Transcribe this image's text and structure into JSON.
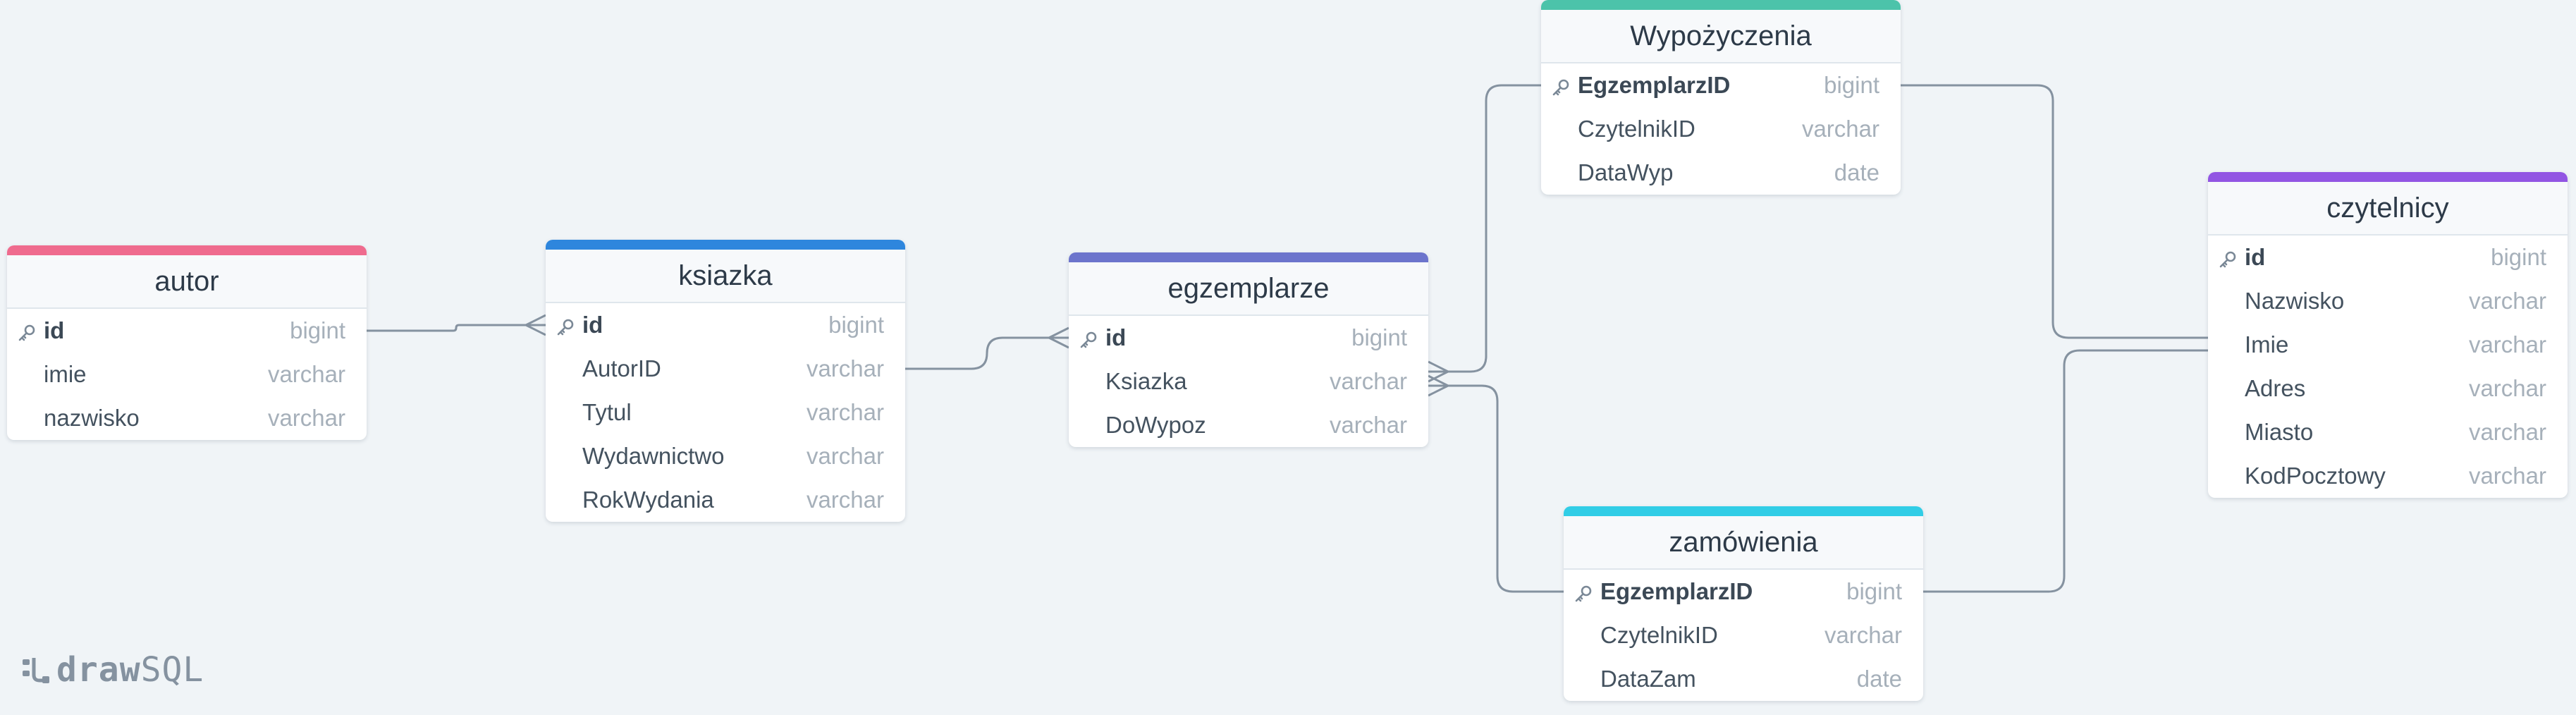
{
  "colors": {
    "background": "#f0f4f7",
    "connector": "#8592a0",
    "autor": "#ef6b8e",
    "ksiazka": "#2e86dd",
    "egzemplarze": "#6c74cc",
    "wypozyczenia": "#4cc3aa",
    "zamowienia": "#31cde6",
    "czytelnicy": "#9255e3"
  },
  "logo": {
    "bold": "draw",
    "light": "SQL"
  },
  "tables": [
    {
      "id": "autor",
      "name": "autor",
      "accent": "#ef6b8e",
      "columns": [
        {
          "name": "id",
          "type": "bigint",
          "pk": true
        },
        {
          "name": "imie",
          "type": "varchar",
          "pk": false
        },
        {
          "name": "nazwisko",
          "type": "varchar",
          "pk": false
        }
      ]
    },
    {
      "id": "ksiazka",
      "name": "ksiazka",
      "accent": "#2e86dd",
      "columns": [
        {
          "name": "id",
          "type": "bigint",
          "pk": true
        },
        {
          "name": "AutorID",
          "type": "varchar",
          "pk": false
        },
        {
          "name": "Tytul",
          "type": "varchar",
          "pk": false
        },
        {
          "name": "Wydawnictwo",
          "type": "varchar",
          "pk": false
        },
        {
          "name": "RokWydania",
          "type": "varchar",
          "pk": false
        }
      ]
    },
    {
      "id": "egzemplarze",
      "name": "egzemplarze",
      "accent": "#6c74cc",
      "columns": [
        {
          "name": "id",
          "type": "bigint",
          "pk": true
        },
        {
          "name": "Ksiazka",
          "type": "varchar",
          "pk": false
        },
        {
          "name": "DoWypoz",
          "type": "varchar",
          "pk": false
        }
      ]
    },
    {
      "id": "wypozyczenia",
      "name": "Wypożyczenia",
      "accent": "#4cc3aa",
      "columns": [
        {
          "name": "EgzemplarzID",
          "type": "bigint",
          "pk": true
        },
        {
          "name": "CzytelnikID",
          "type": "varchar",
          "pk": false
        },
        {
          "name": "DataWyp",
          "type": "date",
          "pk": false
        }
      ]
    },
    {
      "id": "zamowienia",
      "name": "zamówienia",
      "accent": "#31cde6",
      "columns": [
        {
          "name": "EgzemplarzID",
          "type": "bigint",
          "pk": true
        },
        {
          "name": "CzytelnikID",
          "type": "varchar",
          "pk": false
        },
        {
          "name": "DataZam",
          "type": "date",
          "pk": false
        }
      ]
    },
    {
      "id": "czytelnicy",
      "name": "czytelnicy",
      "accent": "#9255e3",
      "columns": [
        {
          "name": "id",
          "type": "bigint",
          "pk": true
        },
        {
          "name": "Nazwisko",
          "type": "varchar",
          "pk": false
        },
        {
          "name": "Imie",
          "type": "varchar",
          "pk": false
        },
        {
          "name": "Adres",
          "type": "varchar",
          "pk": false
        },
        {
          "name": "Miasto",
          "type": "varchar",
          "pk": false
        },
        {
          "name": "KodPocztowy",
          "type": "varchar",
          "pk": false
        }
      ]
    }
  ],
  "relations": [
    {
      "from": "autor.id",
      "to": "ksiazka.id",
      "end": "many"
    },
    {
      "from": "ksiazka.AutorID",
      "to": "egzemplarze.id",
      "end": "many"
    },
    {
      "from": "egzemplarze.id",
      "to": "wypozyczenia.EgzemplarzID",
      "end": "many"
    },
    {
      "from": "egzemplarze.id",
      "to": "zamowienia.EgzemplarzID",
      "end": "many"
    },
    {
      "from": "wypozyczenia.EgzemplarzID",
      "to": "czytelnicy.Imie",
      "end": "one"
    },
    {
      "from": "zamowienia.EgzemplarzID",
      "to": "czytelnicy.Imie",
      "end": "one"
    }
  ]
}
